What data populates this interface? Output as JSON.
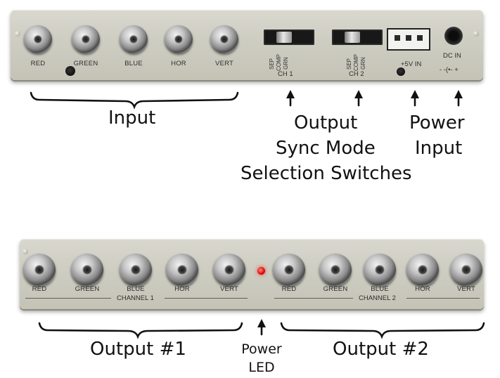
{
  "top_panel": {
    "inputs": [
      "RED",
      "GREEN",
      "BLUE",
      "HOR",
      "VERT"
    ],
    "ch1": {
      "switch_positions": [
        "SEP",
        "COMP",
        "GRN"
      ],
      "label": "CH 1"
    },
    "ch2": {
      "switch_positions": [
        "SEP",
        "COMP",
        "GRN"
      ],
      "label": "CH 2"
    },
    "power_label": "+5V IN",
    "dc_label": "DC IN",
    "polarity": "- -(•- +"
  },
  "bottom_panel": {
    "channel1": {
      "connectors": [
        "RED",
        "GREEN",
        "BLUE",
        "HOR",
        "VERT"
      ],
      "label": "CHANNEL 1"
    },
    "channel2": {
      "connectors": [
        "RED",
        "GREEN",
        "BLUE",
        "HOR",
        "VERT"
      ],
      "label": "CHANNEL 2"
    },
    "led_color": "#e01010"
  },
  "callouts": {
    "input": "Input",
    "output_sync": [
      "Output",
      "Sync Mode",
      "Selection Switches"
    ],
    "power_input": [
      "Power",
      "Input"
    ],
    "output1": "Output #1",
    "power_led": [
      "Power",
      "LED"
    ],
    "output2": "Output #2"
  }
}
